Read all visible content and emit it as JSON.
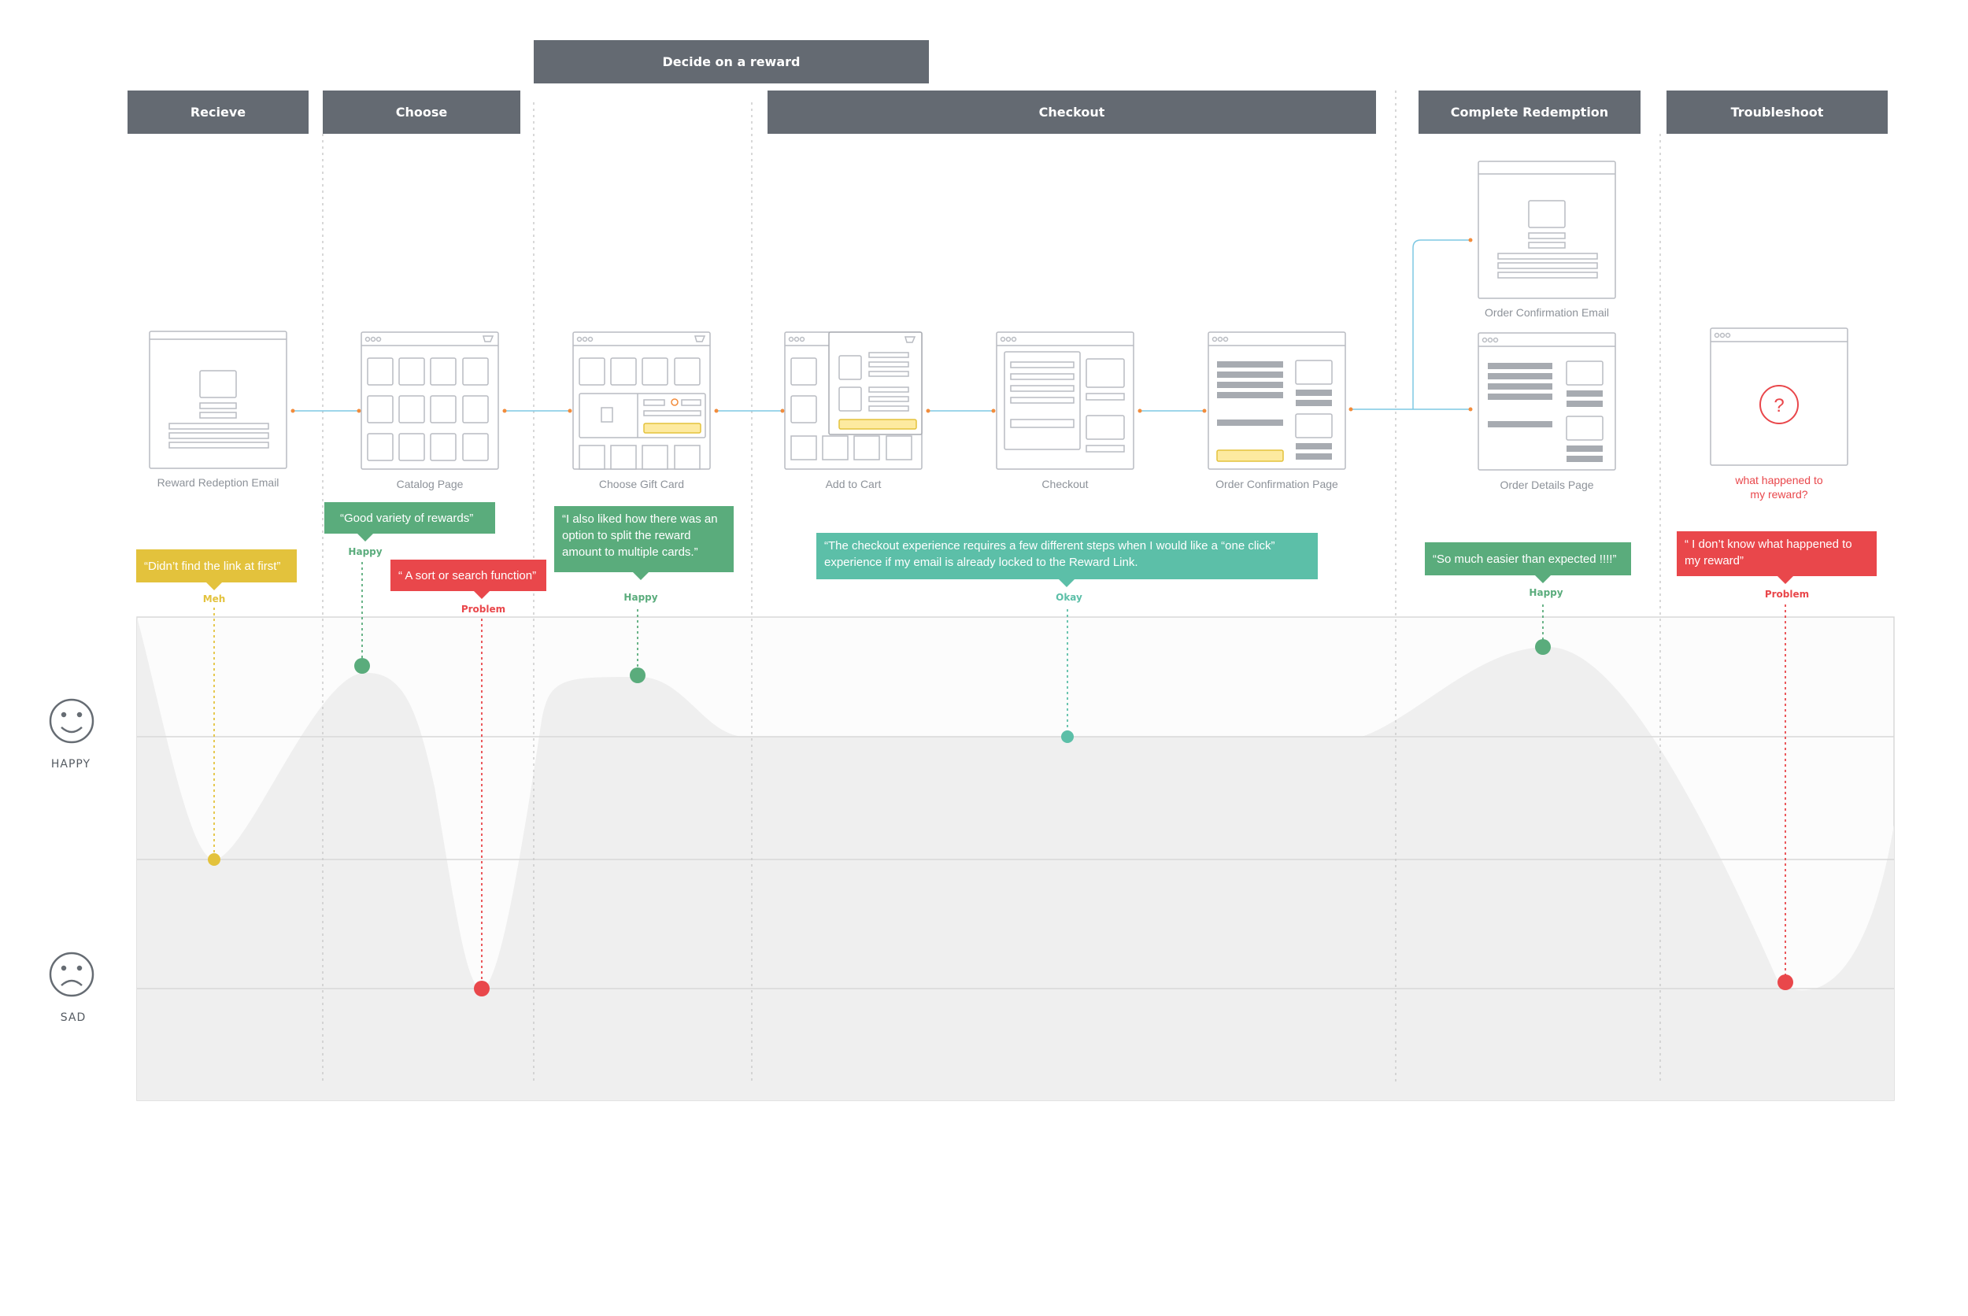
{
  "phases": {
    "decide": "Decide on a reward",
    "receive": "Recieve",
    "choose": "Choose",
    "checkout": "Checkout",
    "complete": "Complete Redemption",
    "troubleshoot": "Troubleshoot"
  },
  "screens": {
    "email": "Reward Redeption Email",
    "catalog": "Catalog Page",
    "gift": "Choose Gift Card",
    "cart": "Add to Cart",
    "checkout": "Checkout",
    "confirm": "Order Confirmation Page",
    "confirm_email": "Order Confirmation Email",
    "details": "Order Details Page",
    "trouble": "what happened to my reward?"
  },
  "quotes": {
    "q1": "“Didn’t find the link at first”",
    "q2": "“Good variety of rewards”",
    "q3": "“ A sort or search function”",
    "q4": "“I also liked how there was an option to split the reward amount to multiple cards.”",
    "q5": "“The checkout experience requires a few different steps when I would like a “one click” experience if my  email is already locked to the Reward Link.",
    "q6": "“So much easier than expected !!!!”",
    "q7": "“ I don’t know what happened to my reward”"
  },
  "tags": {
    "t1": "Meh",
    "t2": "Happy",
    "t3": "Problem",
    "t4": "Happy",
    "t5": "Okay",
    "t6": "Happy",
    "t7": "Problem"
  },
  "axis": {
    "happy": "HAPPY",
    "sad": "SAD"
  },
  "colors": {
    "phase": "#646a72",
    "meh": "#e3c23c",
    "happy": "#5aac7c",
    "okay": "#5cbfa8",
    "problem": "#e9474b",
    "connector": "#7ec8e3",
    "arrow_dot": "#f28c3c",
    "curve_fill": "#efefef"
  },
  "icons": [
    "image-icon",
    "document-icon",
    "cart-icon",
    "question-icon",
    "happy-face-icon",
    "sad-face-icon"
  ]
}
